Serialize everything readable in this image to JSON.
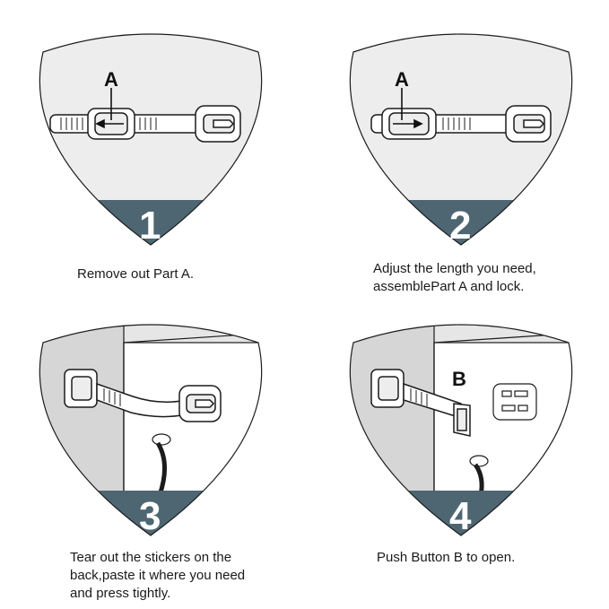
{
  "steps": [
    {
      "number": "1",
      "label": "A",
      "caption": "Remove out Part A."
    },
    {
      "number": "2",
      "label": "A",
      "caption": "Adjust the length you need,\nassemblePart A and lock."
    },
    {
      "number": "3",
      "label": "",
      "caption": "Tear out the stickers on the\nback,paste it where you need\nand press tightly."
    },
    {
      "number": "4",
      "label": "B",
      "caption": "Push Button B to open."
    }
  ],
  "colors": {
    "band": "#4d6672",
    "shield_fill": "#ededed",
    "outline": "#1c1c1c"
  },
  "icons": [
    "arrow-left-icon",
    "arrow-right-icon",
    "lock-strap-icon",
    "cabinet-icon"
  ]
}
